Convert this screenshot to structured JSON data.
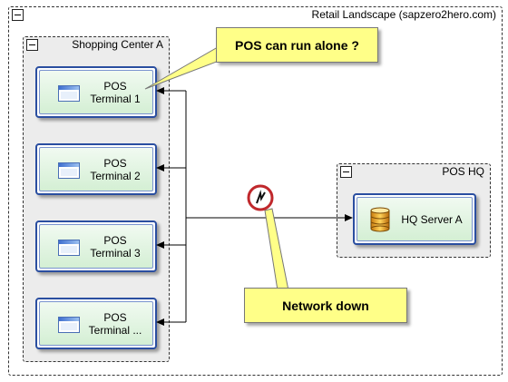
{
  "landscape": {
    "title": "Retail Landscape (sapzero2hero.com)"
  },
  "shopping_center": {
    "title": "Shopping Center A",
    "terminals": [
      {
        "label": "POS\nTerminal 1",
        "icon": "window-icon"
      },
      {
        "label": "POS\nTerminal 2",
        "icon": "window-icon"
      },
      {
        "label": "POS\nTerminal 3",
        "icon": "window-icon"
      },
      {
        "label": "POS\nTerminal ...",
        "icon": "window-icon"
      }
    ]
  },
  "pos_hq": {
    "title": "POS HQ",
    "server": {
      "label": "HQ Server A",
      "icon": "database-icon"
    }
  },
  "callouts": {
    "question": "POS can run alone ?",
    "network": "Network down"
  },
  "colors": {
    "node_border": "#2a4ea0",
    "node_fill": "#d4efd4",
    "callout_fill": "#ffff88",
    "error_ring": "#c0282c"
  }
}
